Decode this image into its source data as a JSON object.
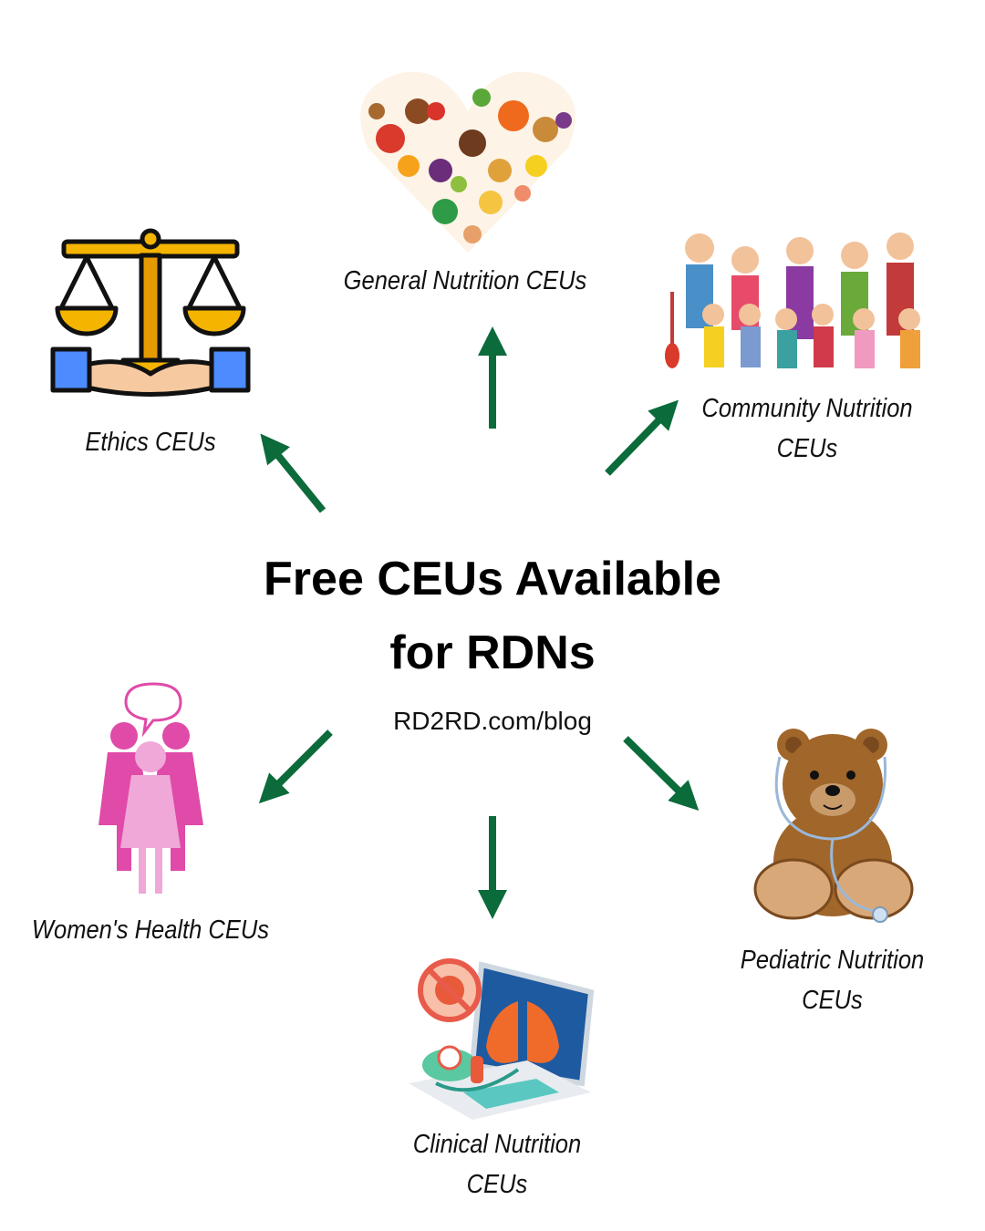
{
  "title": {
    "line1": "Free CEUs Available",
    "line2": "for RDNs"
  },
  "url": "RD2RD.com/blog",
  "colors": {
    "arrow": "#0b6b3a",
    "text": "#000000"
  },
  "topics": [
    {
      "id": "general",
      "label": "General Nutrition CEUs",
      "icon": "food-heart-icon"
    },
    {
      "id": "community",
      "label_line1": "Community Nutrition",
      "label_line2": "CEUs",
      "icon": "community-people-icon"
    },
    {
      "id": "ethics",
      "label": "Ethics CEUs",
      "icon": "scales-of-justice-icon"
    },
    {
      "id": "womens",
      "label": "Women's Health CEUs",
      "icon": "women-group-icon"
    },
    {
      "id": "pediatric",
      "label_line1": "Pediatric Nutrition",
      "label_line2": "CEUs",
      "icon": "teddy-bear-stethoscope-icon"
    },
    {
      "id": "clinical",
      "label_line1": "Clinical Nutrition",
      "label_line2": "CEUs",
      "icon": "clinical-laptop-icon"
    }
  ]
}
